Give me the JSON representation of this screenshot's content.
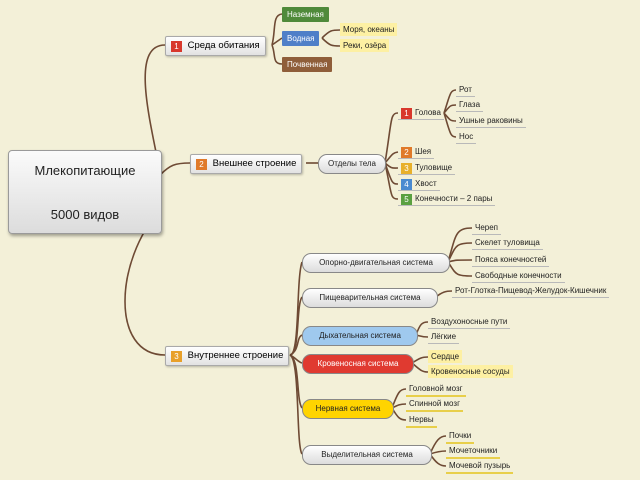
{
  "root": {
    "line1": "Млекопитающие",
    "line2": "5000 видов"
  },
  "branches": [
    {
      "num": "1",
      "label": "Среда обитания",
      "num_color": "#d8382c"
    },
    {
      "num": "2",
      "label": "Внешнее строение",
      "num_color": "#e07a2a"
    },
    {
      "num": "3",
      "label": "Внутреннее строение",
      "num_color": "#e8a02a"
    }
  ],
  "habitat": {
    "tags": [
      {
        "label": "Наземная",
        "color": "#4f8a3a"
      },
      {
        "label": "Водная",
        "color": "#4f7fc8"
      },
      {
        "label": "Почвенная",
        "color": "#8f5e3a"
      }
    ],
    "water_leaves": [
      "Моря, океаны",
      "Реки, озёра"
    ]
  },
  "external": {
    "section": "Отделы тела",
    "parts": [
      {
        "num": "1",
        "label": "Голова",
        "color": "#d8382c"
      },
      {
        "num": "2",
        "label": "Шея",
        "color": "#e07a2a"
      },
      {
        "num": "3",
        "label": "Туловище",
        "color": "#e8b02a"
      },
      {
        "num": "4",
        "label": "Хвост",
        "color": "#4a8ad0"
      },
      {
        "num": "5",
        "label": "Конечности – 2 пары",
        "color": "#5aa040"
      }
    ],
    "head_leaves": [
      "Рот",
      "Глаза",
      "Ушные раковины",
      "Нос"
    ]
  },
  "internal": {
    "systems": [
      {
        "label": "Опорно-двигательная система",
        "leaves": [
          "Череп",
          "Скелет туловища",
          "Пояса конечностей",
          "Свободные конечности"
        ]
      },
      {
        "label": "Пищеварительная система",
        "leaves": [
          "Рот-Глотка-Пищевод-Желудок-Кишечник"
        ]
      },
      {
        "label": "Дыхательная система",
        "leaves": [
          "Воздухоносные пути",
          "Лёгкие"
        ]
      },
      {
        "label": "Кровеносная система",
        "leaves": [
          "Сердце",
          "Кровеносные сосуды"
        ]
      },
      {
        "label": "Нервная система",
        "leaves": [
          "Головной мозг",
          "Спинной мозг",
          "Нервы"
        ]
      },
      {
        "label": "Выделительная система",
        "leaves": [
          "Почки",
          "Мочеточники",
          "Мочевой пузырь"
        ]
      }
    ]
  },
  "colors": {
    "line": "#6e4a34",
    "blue_oval": "#9fc9ee",
    "red_oval": "#e03a30",
    "yellow_oval": "#ffd400",
    "leaf_yellow": "#fdf0a3"
  }
}
